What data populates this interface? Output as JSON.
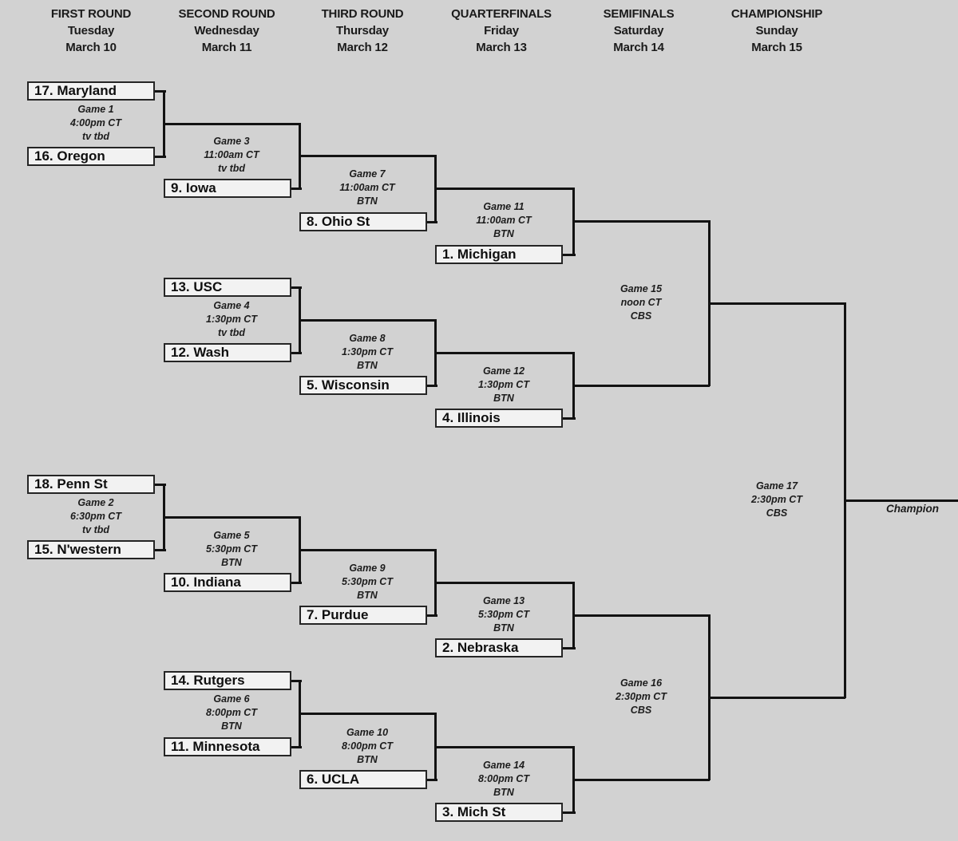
{
  "columns": [
    {
      "round": "FIRST ROUND",
      "day": "Tuesday",
      "date": "March 10"
    },
    {
      "round": "SECOND ROUND",
      "day": "Wednesday",
      "date": "March 11"
    },
    {
      "round": "THIRD ROUND",
      "day": "Thursday",
      "date": "March 12"
    },
    {
      "round": "QUARTERFINALS",
      "day": "Friday",
      "date": "March 13"
    },
    {
      "round": "SEMIFINALS",
      "day": "Saturday",
      "date": "March 14"
    },
    {
      "round": "CHAMPIONSHIP",
      "day": "Sunday",
      "date": "March 15"
    }
  ],
  "teams": [
    {
      "seed": 17,
      "label": "17. Maryland"
    },
    {
      "seed": 16,
      "label": "16. Oregon"
    },
    {
      "seed": 9,
      "label": "9. Iowa"
    },
    {
      "seed": 8,
      "label": "8. Ohio St"
    },
    {
      "seed": 1,
      "label": "1. Michigan"
    },
    {
      "seed": 13,
      "label": "13. USC"
    },
    {
      "seed": 12,
      "label": "12. Wash"
    },
    {
      "seed": 5,
      "label": "5. Wisconsin"
    },
    {
      "seed": 4,
      "label": "4. Illinois"
    },
    {
      "seed": 18,
      "label": "18. Penn St"
    },
    {
      "seed": 15,
      "label": "15. N'western"
    },
    {
      "seed": 10,
      "label": "10. Indiana"
    },
    {
      "seed": 7,
      "label": "7. Purdue"
    },
    {
      "seed": 2,
      "label": "2. Nebraska"
    },
    {
      "seed": 14,
      "label": "14. Rutgers"
    },
    {
      "seed": 11,
      "label": "11. Minnesota"
    },
    {
      "seed": 6,
      "label": "6. UCLA"
    },
    {
      "seed": 3,
      "label": "3. Mich St"
    }
  ],
  "games": [
    {
      "name": "Game 1",
      "time": "4:00pm CT",
      "tv": "tv tbd"
    },
    {
      "name": "Game 2",
      "time": "6:30pm CT",
      "tv": "tv tbd"
    },
    {
      "name": "Game 3",
      "time": "11:00am CT",
      "tv": "tv tbd"
    },
    {
      "name": "Game 4",
      "time": "1:30pm CT",
      "tv": "tv tbd"
    },
    {
      "name": "Game 5",
      "time": "5:30pm CT",
      "tv": "BTN"
    },
    {
      "name": "Game 6",
      "time": "8:00pm CT",
      "tv": "BTN"
    },
    {
      "name": "Game 7",
      "time": "11:00am CT",
      "tv": "BTN"
    },
    {
      "name": "Game 8",
      "time": "1:30pm CT",
      "tv": "BTN"
    },
    {
      "name": "Game 9",
      "time": "5:30pm CT",
      "tv": "BTN"
    },
    {
      "name": "Game 10",
      "time": "8:00pm CT",
      "tv": "BTN"
    },
    {
      "name": "Game 11",
      "time": "11:00am CT",
      "tv": "BTN"
    },
    {
      "name": "Game 12",
      "time": "1:30pm CT",
      "tv": "BTN"
    },
    {
      "name": "Game 13",
      "time": "5:30pm CT",
      "tv": "BTN"
    },
    {
      "name": "Game 14",
      "time": "8:00pm CT",
      "tv": "BTN"
    },
    {
      "name": "Game 15",
      "time": "noon CT",
      "tv": "CBS"
    },
    {
      "name": "Game 16",
      "time": "2:30pm CT",
      "tv": "CBS"
    },
    {
      "name": "Game 17",
      "time": "2:30pm CT",
      "tv": "CBS"
    }
  ],
  "champion_label": "Champion",
  "colors": {
    "background": "#d2d2d2",
    "box_fill": "#f2f2f2",
    "box_border": "#252525",
    "line": "#121212",
    "text": "#111111"
  }
}
